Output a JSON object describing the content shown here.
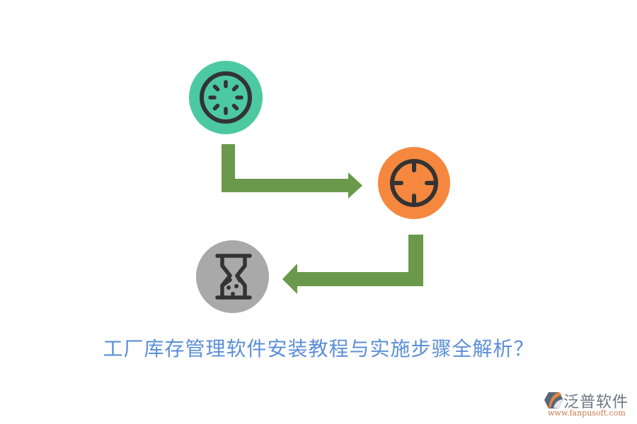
{
  "diagram": {
    "type": "process-flow",
    "colors": {
      "arrow": "#6a994b",
      "icon_stroke": "#333333",
      "background": "#ffffff"
    },
    "nodes": [
      {
        "id": "step-1",
        "icon": "loading-spinner-icon",
        "fill": "#4cc9a0"
      },
      {
        "id": "step-2",
        "icon": "crosshair-target-icon",
        "fill": "#f5873f"
      },
      {
        "id": "step-3",
        "icon": "hourglass-icon",
        "fill": "#a9a9a9"
      }
    ],
    "edges": [
      {
        "from": "step-1",
        "to": "step-2",
        "direction": "down-then-right"
      },
      {
        "from": "step-2",
        "to": "step-3",
        "direction": "down-then-left"
      }
    ]
  },
  "title": {
    "text": "工厂库存管理软件安装教程与实施步骤全解析？",
    "color": "#5b8fd6"
  },
  "logo": {
    "brand": "泛普软件",
    "url": "www.fanpusoft.com"
  }
}
